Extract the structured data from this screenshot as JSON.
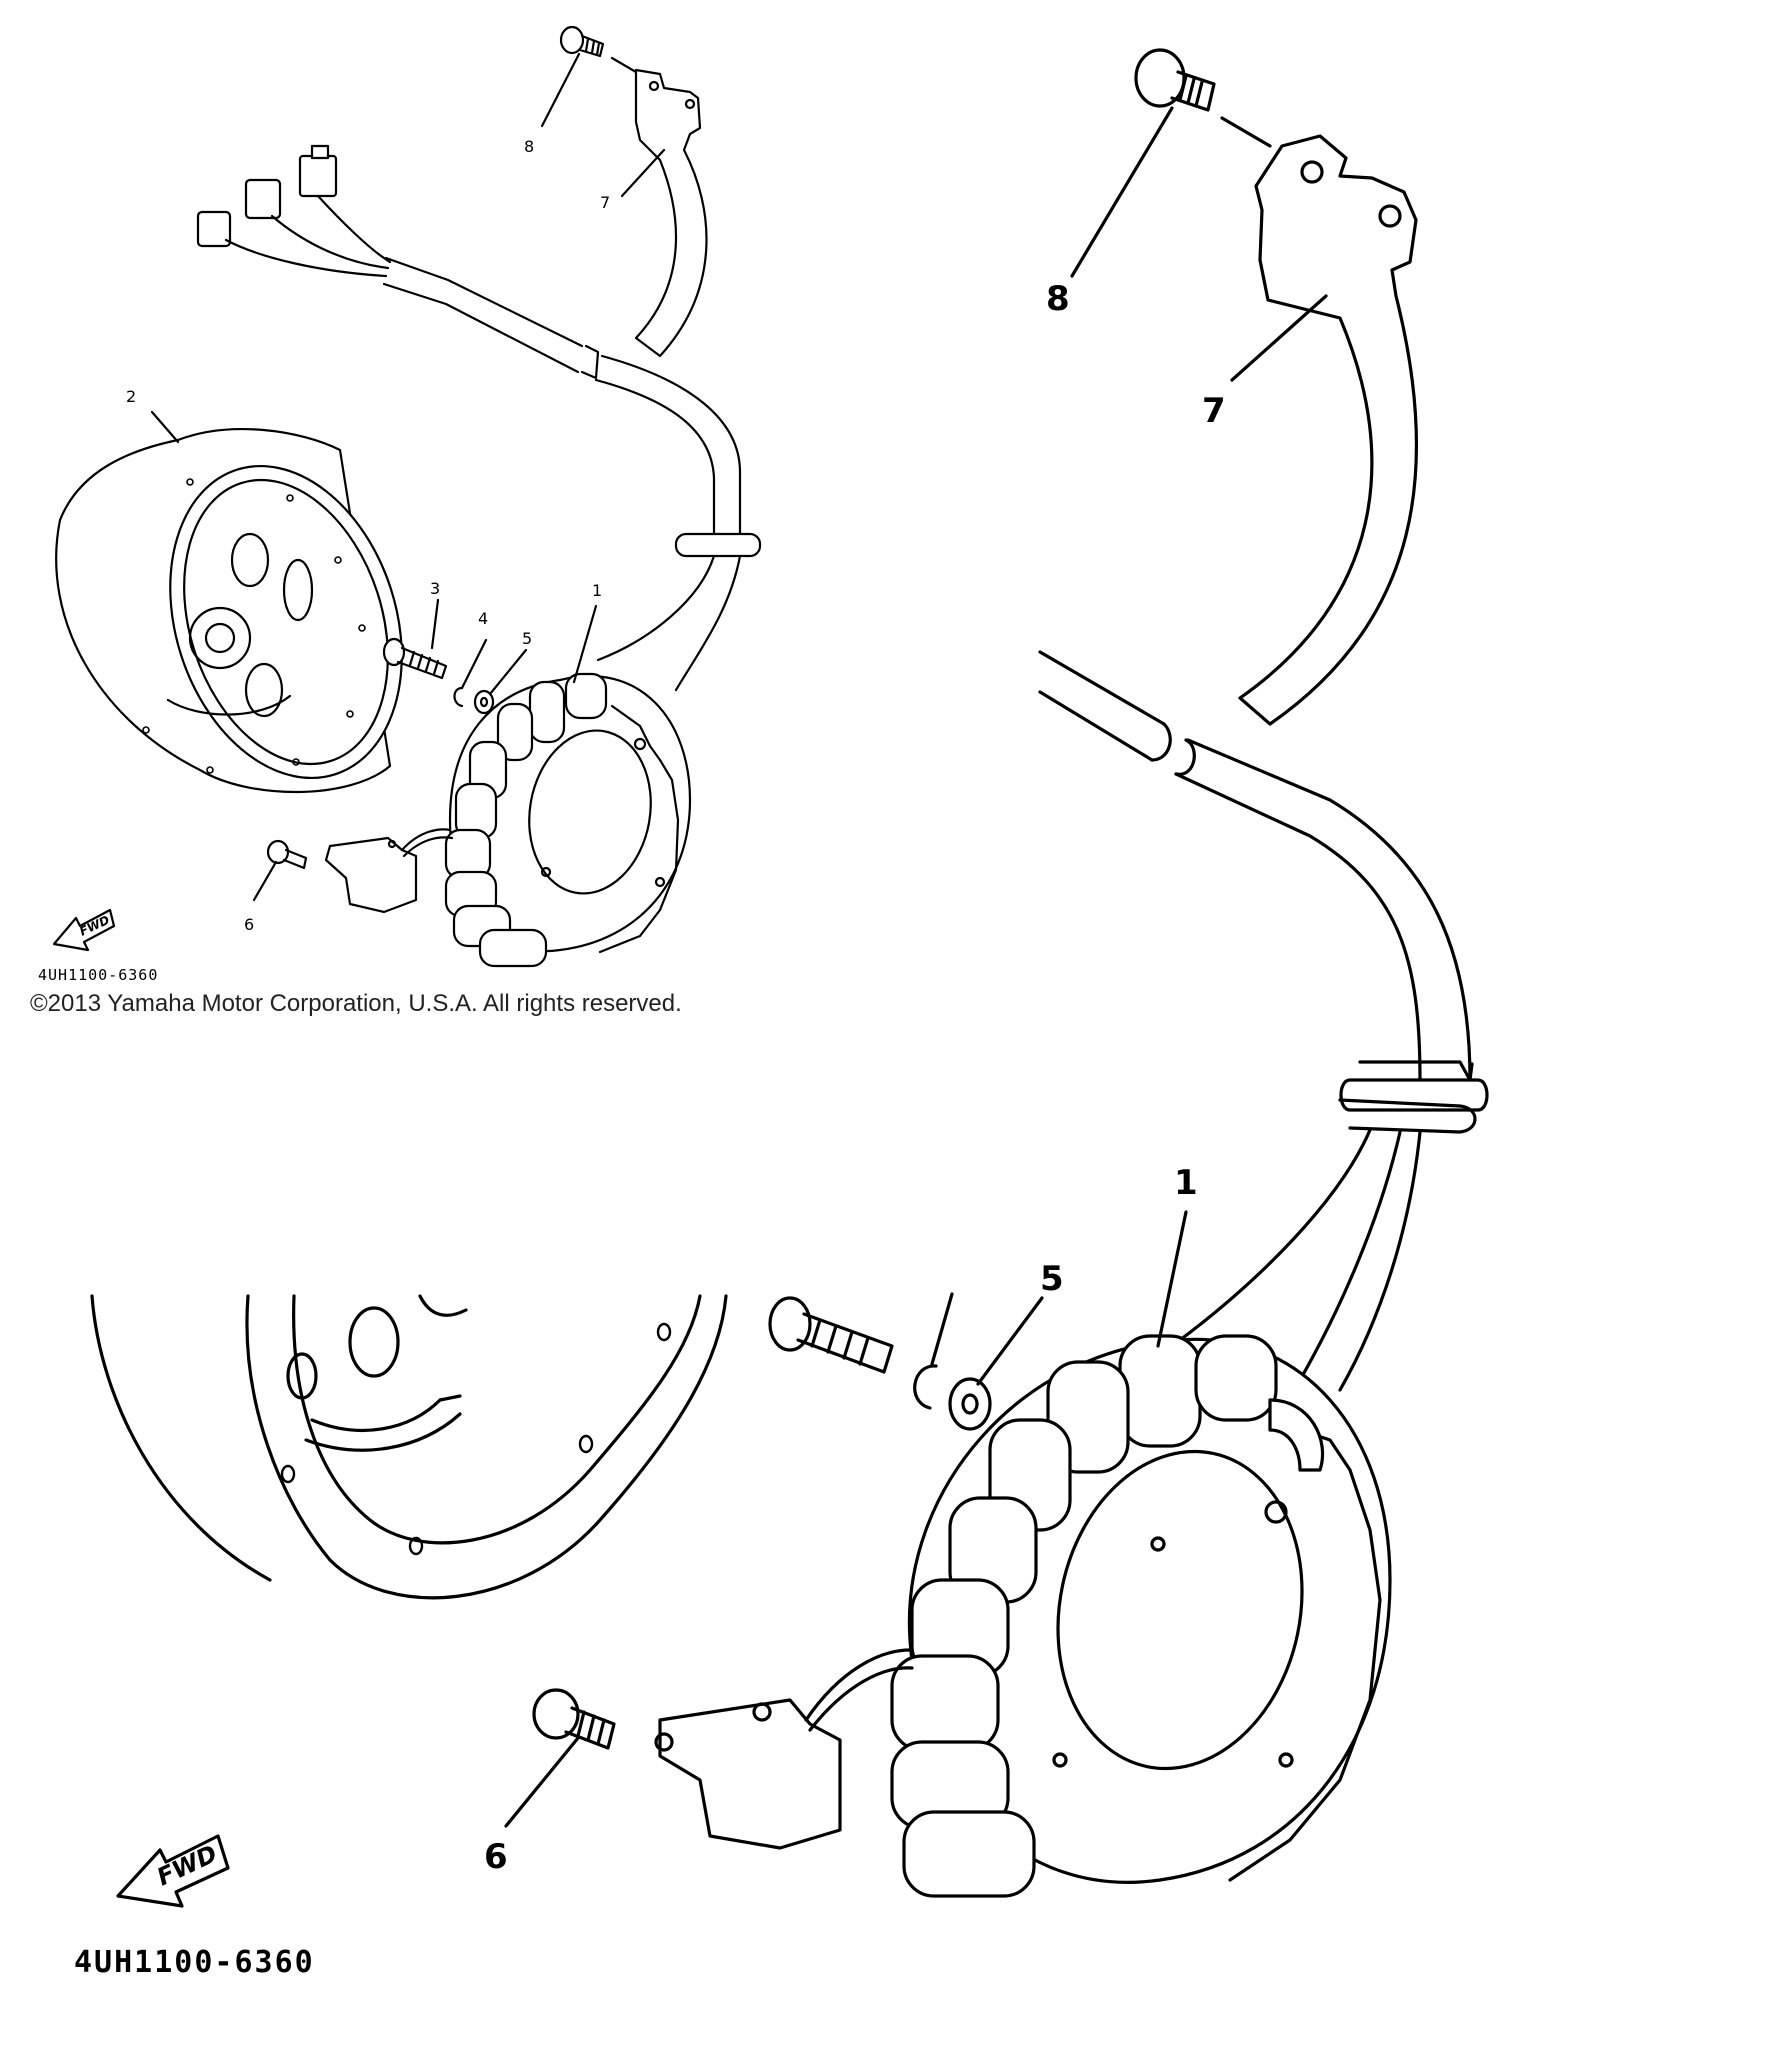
{
  "overview": {
    "code": "4UH1100-6360",
    "fwd": "FWD",
    "callouts": {
      "c1": "1",
      "c2": "2",
      "c3": "3",
      "c4": "4",
      "c5": "5",
      "c6": "6",
      "c7": "7",
      "c8": "8"
    }
  },
  "detail": {
    "code": "4UH1100-6360",
    "fwd": "FWD",
    "callouts": {
      "c1": "1",
      "c5": "5",
      "c6": "6",
      "c7": "7",
      "c8": "8"
    }
  },
  "copyright": "©2013 Yamaha Motor Corporation, U.S.A. All rights reserved."
}
